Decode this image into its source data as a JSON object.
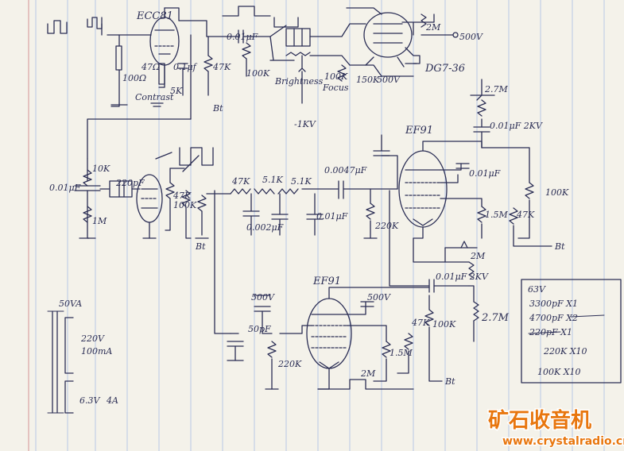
{
  "labels": {
    "tube_ecc81": "ECC81",
    "tube_dg7_36": "DG7-36",
    "tube_ef91_top": "EF91",
    "tube_ef91_bottom": "EF91",
    "bt1": "Bt",
    "bt2": "Bt",
    "bt3": "Bt",
    "bt4": "Bt",
    "c_01uf_a": "0.01μF",
    "c_01uf_b": "0.1μf",
    "c_01uf_2kv": "0.01μF 2KV",
    "c_01uf_2kv_b": "0.01μF 2KV",
    "c_001uf_left": "0.01μF",
    "c_0002uf": "0.002μF",
    "c_00047uf": "0.0047μF",
    "c_01uf_mid": "0.01μF",
    "c_01uf_ef91": "0.01μF",
    "c_220pf": "220pF",
    "c_50pf": "50pF",
    "c_500v_a": "500V",
    "c_500v_b": "500V",
    "r_47ohm": "47Ω",
    "r_100_ohm": "100Ω",
    "r_5k": "5K",
    "r_47k_a": "47K",
    "r_100k_a": "100K",
    "r_10k": "10K",
    "r_1m": "1M",
    "r_47k_b": "47K",
    "r_100k_b": "100K",
    "r_47k_c": "47K",
    "r_51k": "5.1K",
    "r_51k_b": "5.1K",
    "r_220k": "220K",
    "r_1_5m": "1.5M",
    "r_47k_d": "47K",
    "r_2m": "2M",
    "r_100k_c": "100K",
    "r_2_7m": "2.7M",
    "r_2_7m_b": "2.7M",
    "r_220k_b": "220K",
    "r_1_5m_b": "1.5M",
    "r_47k_e": "47K",
    "r_100k_d": "100K",
    "r_2m_b": "2M",
    "r_150k": "150K",
    "r_100k_focus": "100K",
    "r_2m_top": "2M",
    "v_500": "500V",
    "v_500_top": "500V",
    "v_minus1kv": "-1KV",
    "brightness": "Brightness",
    "focus": "Focus",
    "contrast": "Contrast",
    "trans_50va": "50VA",
    "trans_220v": "220V",
    "trans_100ma": "100mA",
    "trans_63v": "6.3V",
    "trans_4a": "4A",
    "parts_63v": "63V",
    "parts_3300pf": "3300pF X1",
    "parts_4700pf": "4700pF X2",
    "parts_220pf": "220pF X1",
    "parts_220k": "220K X10",
    "parts_100k": "100K X10",
    "watermark_cn": "矿石收音机",
    "watermark_url": "www.crystalradio.cn"
  }
}
